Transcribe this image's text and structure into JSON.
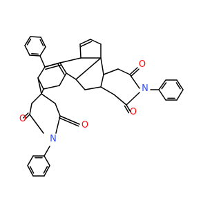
{
  "diagram": {
    "type": "skeletal-chemical-structure",
    "bond_color": "#000000",
    "heteroatom_colors": {
      "O": "#ff0d0d",
      "N": "#3050f8"
    },
    "atoms": [
      {
        "id": "o1",
        "element": "O",
        "label": "O"
      },
      {
        "id": "o2",
        "element": "O",
        "label": "O"
      },
      {
        "id": "n1",
        "element": "N",
        "label": "N"
      },
      {
        "id": "o3",
        "element": "O",
        "label": "O"
      },
      {
        "id": "o4",
        "element": "O",
        "label": "O"
      },
      {
        "id": "n2",
        "element": "N",
        "label": "N"
      }
    ]
  }
}
